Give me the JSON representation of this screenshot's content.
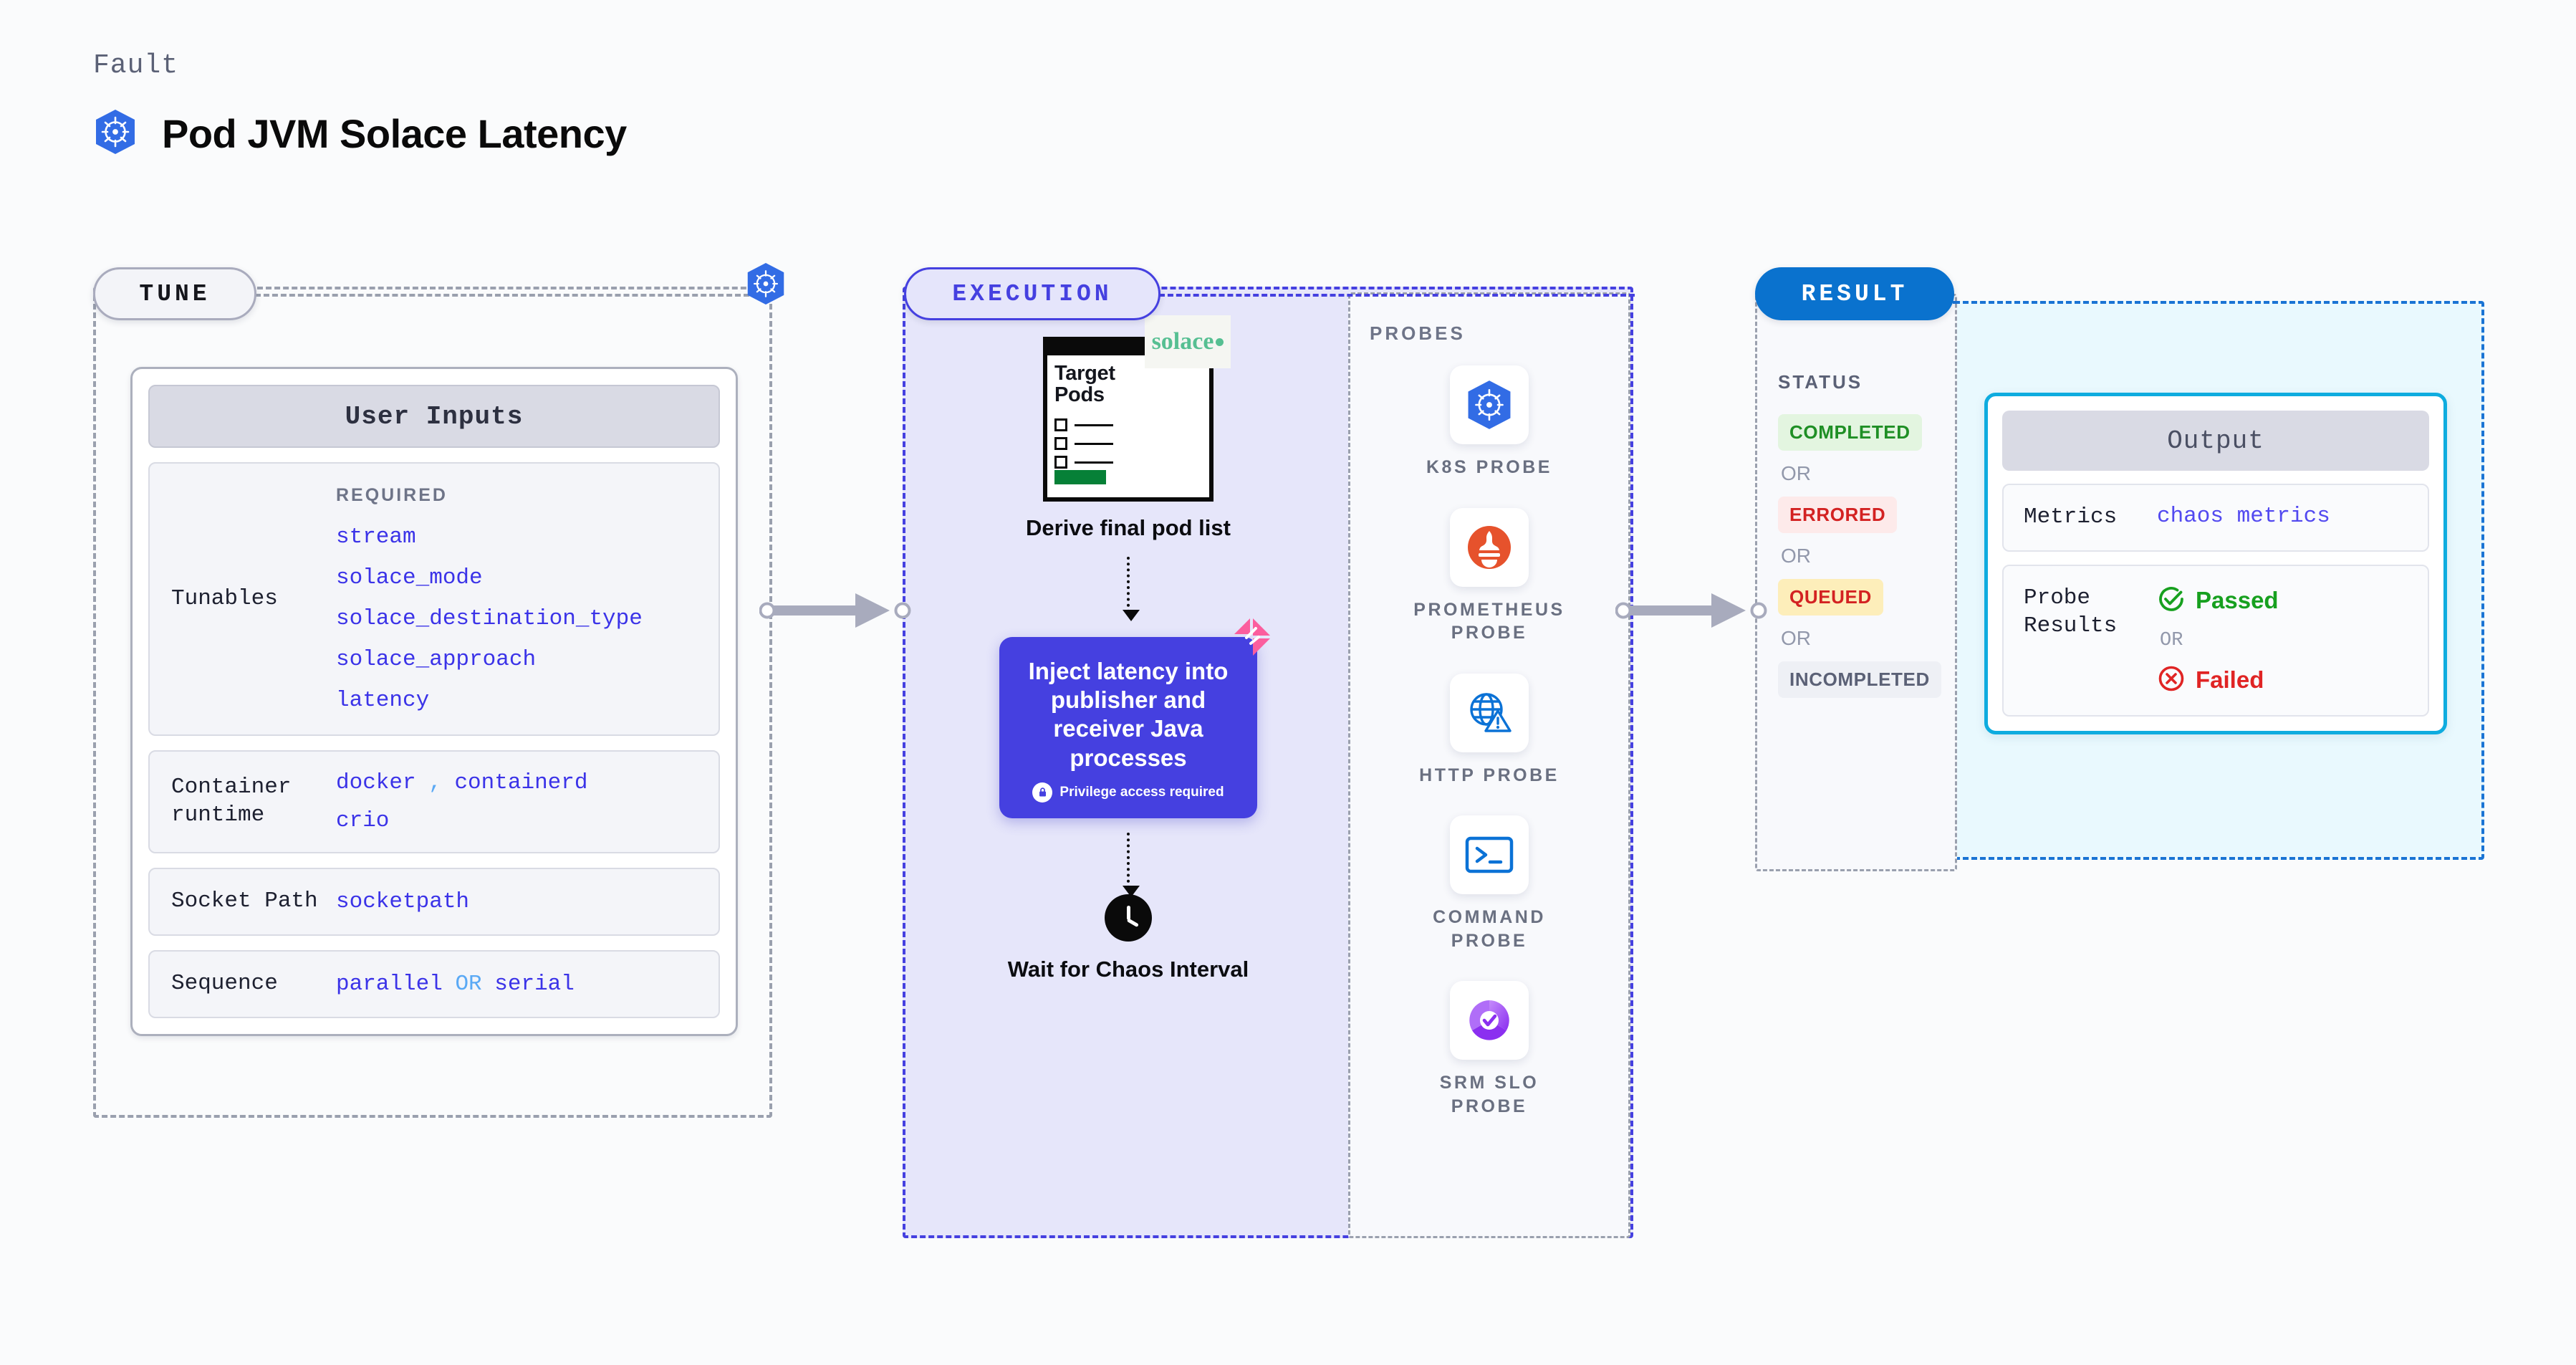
{
  "header": {
    "eyebrow": "Fault",
    "title": "Pod JVM Solace Latency",
    "icon": "kubernetes-icon"
  },
  "stages": {
    "tune": {
      "label": "TUNE"
    },
    "execution": {
      "label": "EXECUTION"
    },
    "result": {
      "label": "RESULT"
    }
  },
  "tune": {
    "card_title": "User Inputs",
    "required_label": "REQUIRED",
    "rows": [
      {
        "label": "Tunables",
        "values": [
          "stream",
          "solace_mode",
          "solace_destination_type",
          "solace_approach",
          "latency"
        ]
      },
      {
        "label": "Container runtime",
        "values": [
          "docker",
          ",",
          "containerd",
          "crio"
        ]
      },
      {
        "label": "Socket Path",
        "values": [
          "socketpath"
        ]
      },
      {
        "label": "Sequence",
        "values": [
          "parallel",
          "OR",
          "serial"
        ]
      }
    ],
    "runtime_values": {
      "docker": "docker",
      "comma": ",",
      "containerd": "containerd",
      "crio": "crio"
    },
    "sequence_values": {
      "parallel": "parallel",
      "or": "OR",
      "serial": "serial"
    },
    "socket_value": "socketpath"
  },
  "execution": {
    "pods_doc": {
      "title_line1": "Target",
      "title_line2": "Pods",
      "vendor_logo": "solace"
    },
    "steps": [
      {
        "caption": "Derive final pod list"
      },
      {
        "caption": "Inject latency into publisher and receiver Java processes",
        "badge": "Privilege access required",
        "badge_icon": "lock-icon"
      },
      {
        "caption": "Wait for Chaos Interval",
        "icon": "clock-icon"
      }
    ],
    "probes_title": "PROBES",
    "probes": [
      {
        "label": "K8S PROBE",
        "icon": "kubernetes-icon"
      },
      {
        "label": "PROMETHEUS PROBE",
        "icon": "prometheus-icon"
      },
      {
        "label": "HTTP PROBE",
        "icon": "globe-warning-icon"
      },
      {
        "label": "COMMAND PROBE",
        "icon": "terminal-icon"
      },
      {
        "label": "SRM SLO PROBE",
        "icon": "srm-slo-icon"
      }
    ]
  },
  "result": {
    "status_title": "STATUS",
    "or_label": "OR",
    "statuses": [
      {
        "label": "COMPLETED",
        "bg": "#e3f5e0",
        "fg": "#1f8f25"
      },
      {
        "label": "ERRORED",
        "bg": "#fdeaea",
        "fg": "#d32222"
      },
      {
        "label": "QUEUED",
        "bg": "#fdeeba",
        "fg": "#d32222"
      },
      {
        "label": "INCOMPLETED",
        "bg": "#eef0f5",
        "fg": "#5b6176"
      }
    ],
    "output": {
      "title": "Output",
      "metrics_label": "Metrics",
      "metrics_value": "chaos metrics",
      "probe_results_label": "Probe Results",
      "passed_label": "Passed",
      "failed_label": "Failed",
      "or_label": "OR"
    }
  },
  "colors": {
    "accent_violet": "#4540e0",
    "accent_blue": "#0a72ce",
    "accent_cyan": "#0eacdf",
    "k8s_blue": "#326ce5",
    "prometheus_orange": "#e6522c",
    "solace_green": "#56bf92",
    "pass_green": "#17a01f",
    "fail_red": "#e02424",
    "pink_badge": "#fb5e9e"
  }
}
